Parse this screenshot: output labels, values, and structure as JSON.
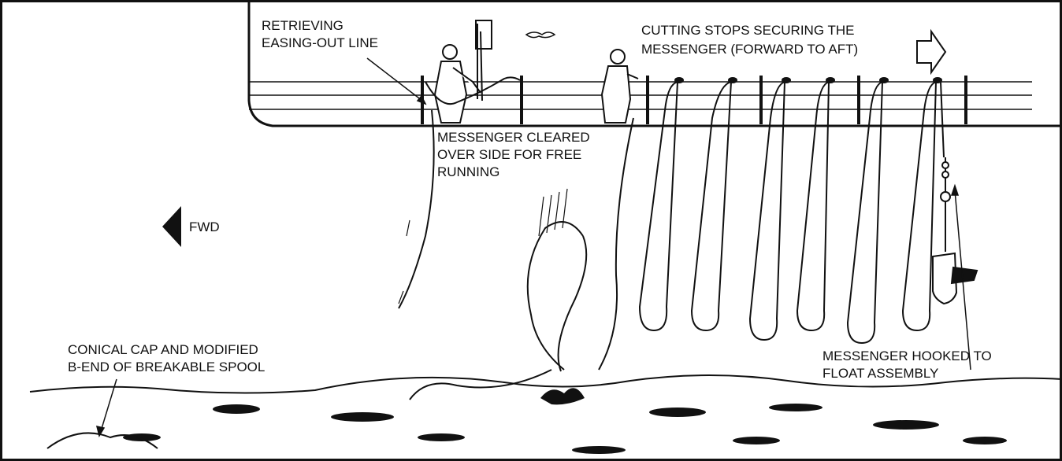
{
  "labels": {
    "retrieving_line1": "RETRIEVING",
    "retrieving_line2": "EASING-OUT LINE",
    "cutting_line1": "CUTTING STOPS SECURING THE",
    "cutting_line2": "MESSENGER (FORWARD TO AFT)",
    "cleared_line1": "MESSENGER CLEARED",
    "cleared_line2": "OVER SIDE FOR FREE",
    "cleared_line3": "RUNNING",
    "fwd": "FWD",
    "cap_line1": "CONICAL CAP AND MODIFIED",
    "cap_line2": "B-END OF BREAKABLE SPOOL",
    "hooked_line1": "MESSENGER HOOKED TO",
    "hooked_line2": "FLOAT ASSEMBLY"
  },
  "colors": {
    "ink": "#111111",
    "background": "#ffffff"
  }
}
